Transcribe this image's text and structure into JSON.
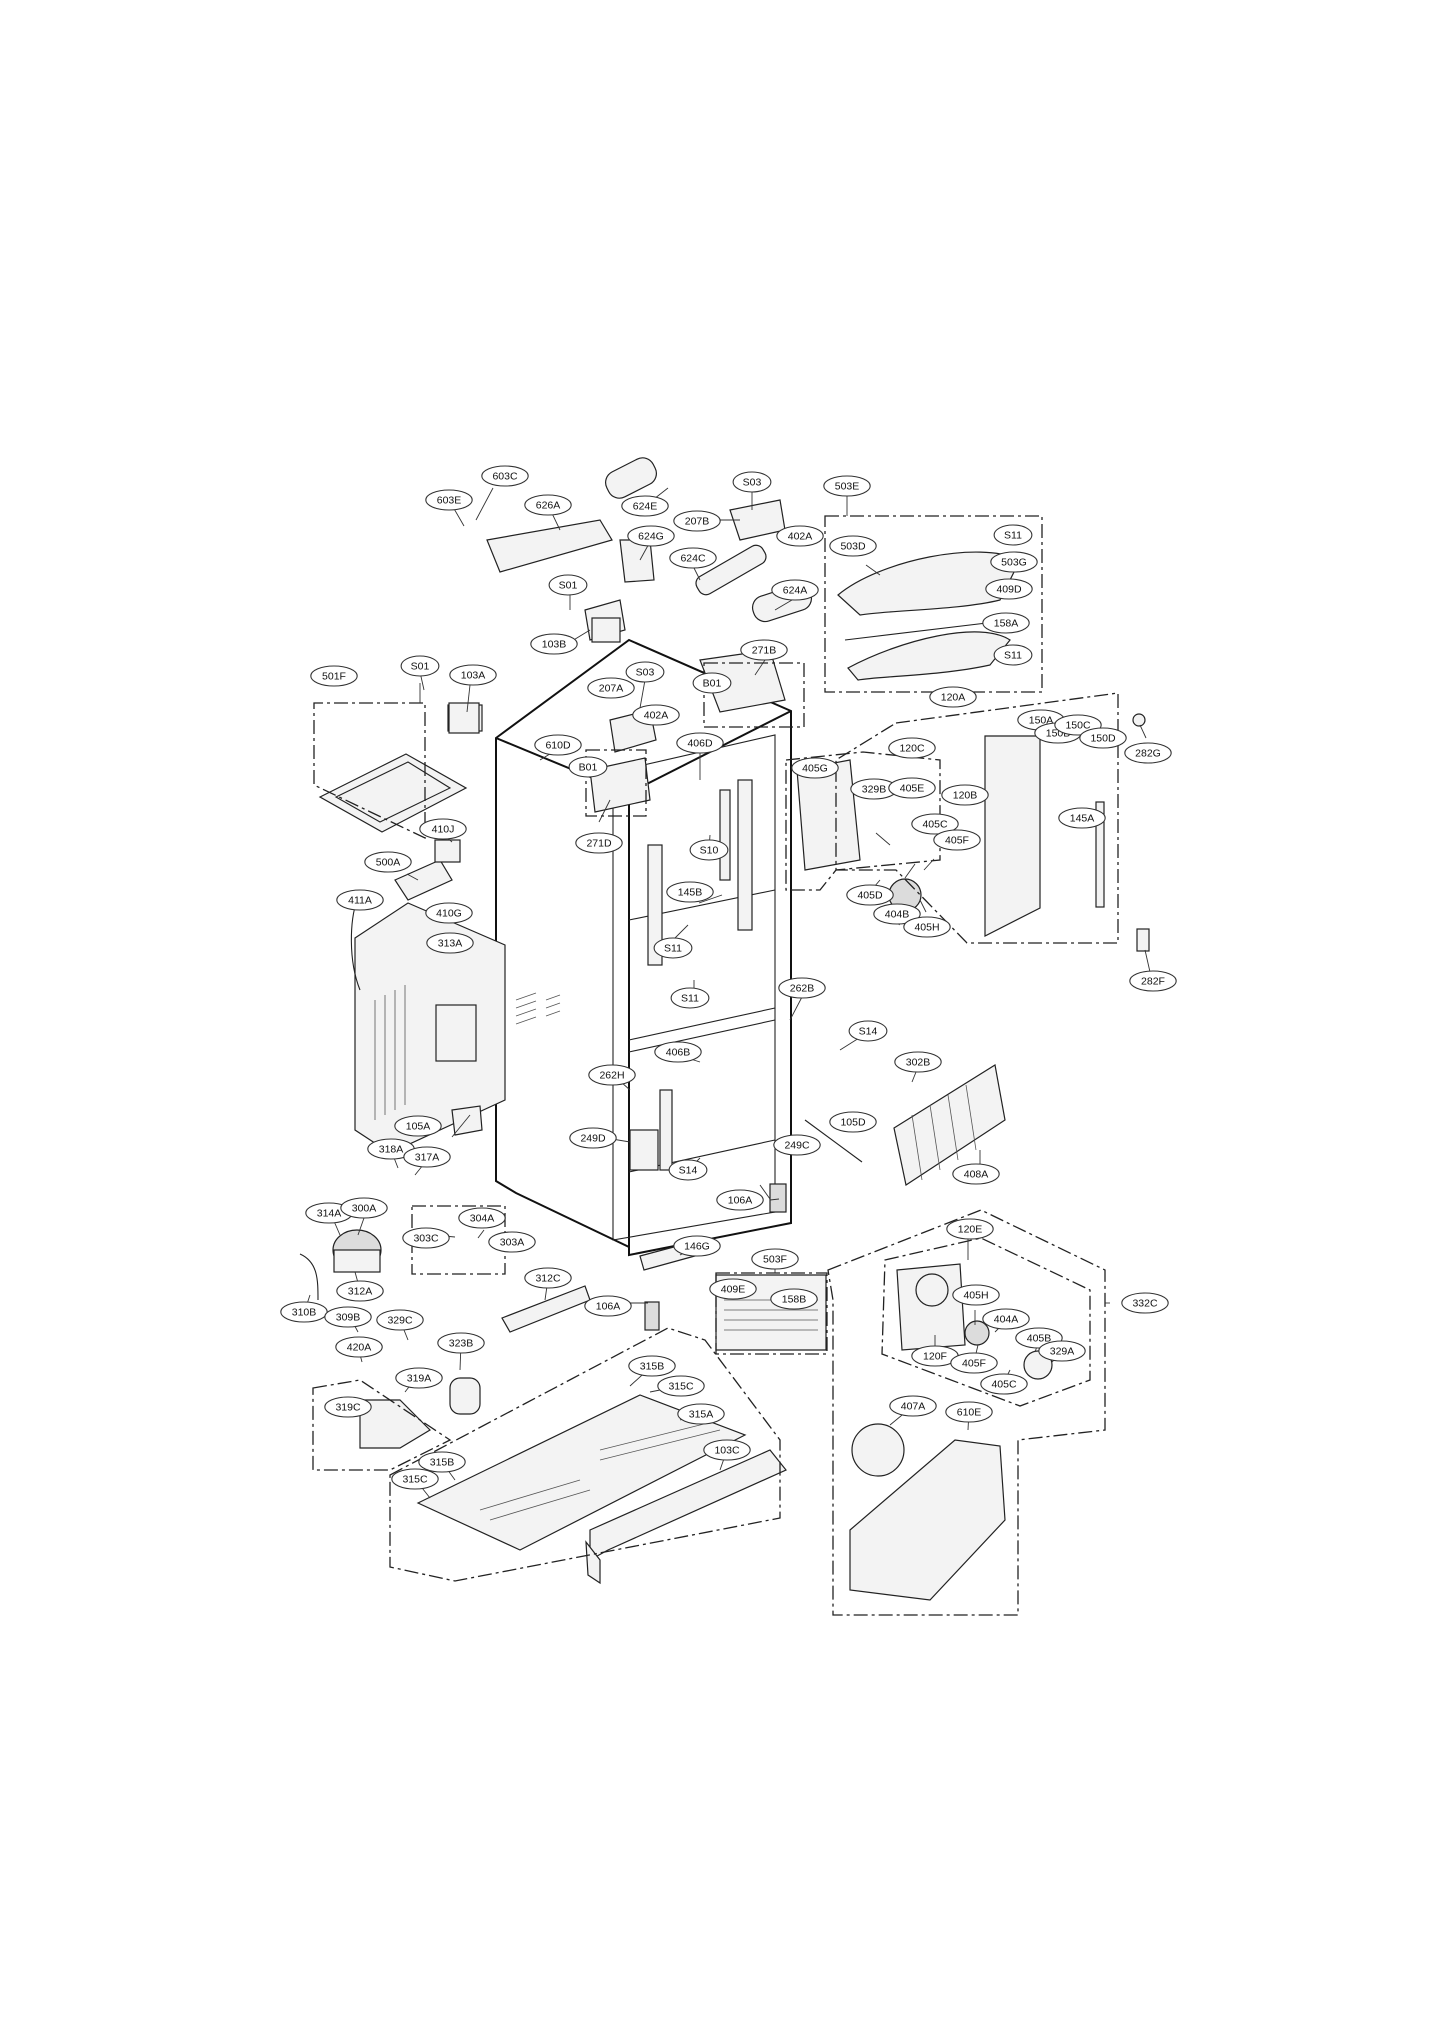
{
  "diagram": {
    "part_labels": [
      "603C",
      "603E",
      "626A",
      "624E",
      "S03",
      "207B",
      "402A",
      "624G",
      "624C",
      "S01",
      "624A",
      "103B",
      "503E",
      "503D",
      "S11",
      "503G",
      "409D",
      "158A",
      "S11",
      "501F",
      "S01",
      "103A",
      "207A",
      "S03",
      "402A",
      "271B",
      "B01",
      "610D",
      "B01",
      "406D",
      "271D",
      "120A",
      "120C",
      "150A",
      "150B",
      "150C",
      "150D",
      "282G",
      "405G",
      "329B",
      "405E",
      "120B",
      "145A",
      "405C",
      "405F",
      "405D",
      "404B",
      "405H",
      "282F",
      "410J",
      "500A",
      "410G",
      "411A",
      "313A",
      "S10",
      "145B",
      "S11",
      "S11",
      "262B",
      "S14",
      "406B",
      "262H",
      "105D",
      "302B",
      "408A",
      "105A",
      "318A",
      "317A",
      "249D",
      "S14",
      "249C",
      "106A",
      "314A",
      "300A",
      "304A",
      "303C",
      "303A",
      "312A",
      "310B",
      "146G",
      "503F",
      "409E",
      "158B",
      "120E",
      "405H",
      "404A",
      "405B",
      "329A",
      "332C",
      "120F",
      "405F",
      "405C",
      "312C",
      "106A",
      "309B",
      "329C",
      "420A",
      "323B",
      "319A",
      "319C",
      "315B",
      "315C",
      "315A",
      "315B",
      "315C",
      "103C",
      "407A",
      "610E"
    ]
  }
}
